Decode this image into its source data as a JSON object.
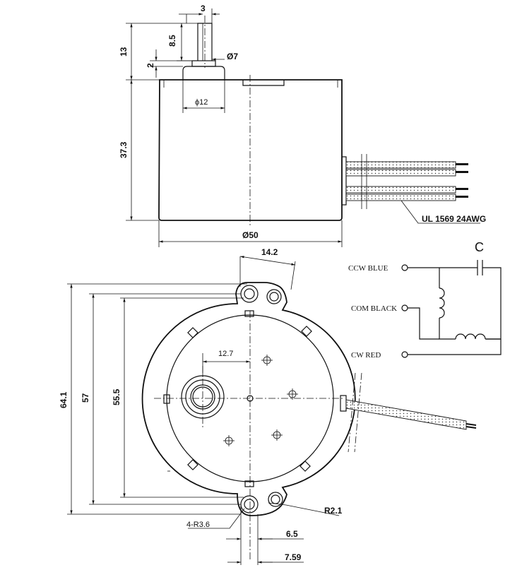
{
  "top_view": {
    "shaft_flat_width": "3",
    "shaft_length": "8.5",
    "shaft_total": "13",
    "collar_height": "2",
    "shaft_diameter": "Ø7",
    "boss_diameter": "ϕ12",
    "body_height": "37.3",
    "body_diameter": "Ø50",
    "cable_spec": "UL 1569 24AWG"
  },
  "front_view": {
    "lug_width": "14.2",
    "mount_span_outer": "64.1",
    "mount_span_hole": "57",
    "body_span": "55.5",
    "shaft_offset": "12.7",
    "lug_radius": "R2.1",
    "hole_radius": "4-R3.6",
    "hole_offset_small": "6.5",
    "hole_offset_large": "7.59"
  },
  "wiring": {
    "capacitor_label": "C",
    "terminals": [
      {
        "label": "CCW BLUE"
      },
      {
        "label": "COM BLACK"
      },
      {
        "label": "CW RED"
      }
    ]
  }
}
